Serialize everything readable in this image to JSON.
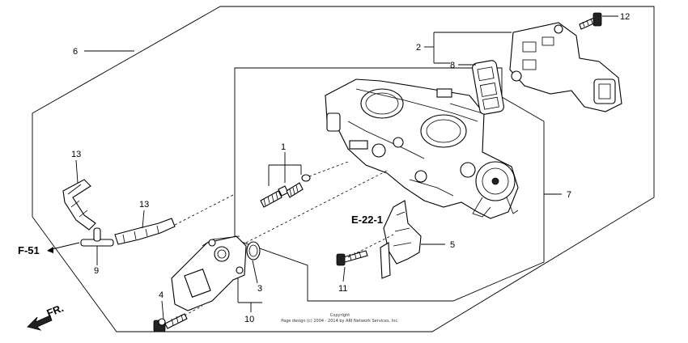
{
  "callouts": [
    "1",
    "2",
    "3",
    "4",
    "5",
    "6",
    "7",
    "8",
    "9",
    "10",
    "11",
    "12",
    "13",
    "13"
  ],
  "refs": {
    "e22": "E-22-1",
    "f51": "F-51",
    "front": "FR."
  },
  "copyright": {
    "line1": "Copyright",
    "line2": "Page design (c) 2004 - 2014 by ARI Network Services, Inc."
  }
}
